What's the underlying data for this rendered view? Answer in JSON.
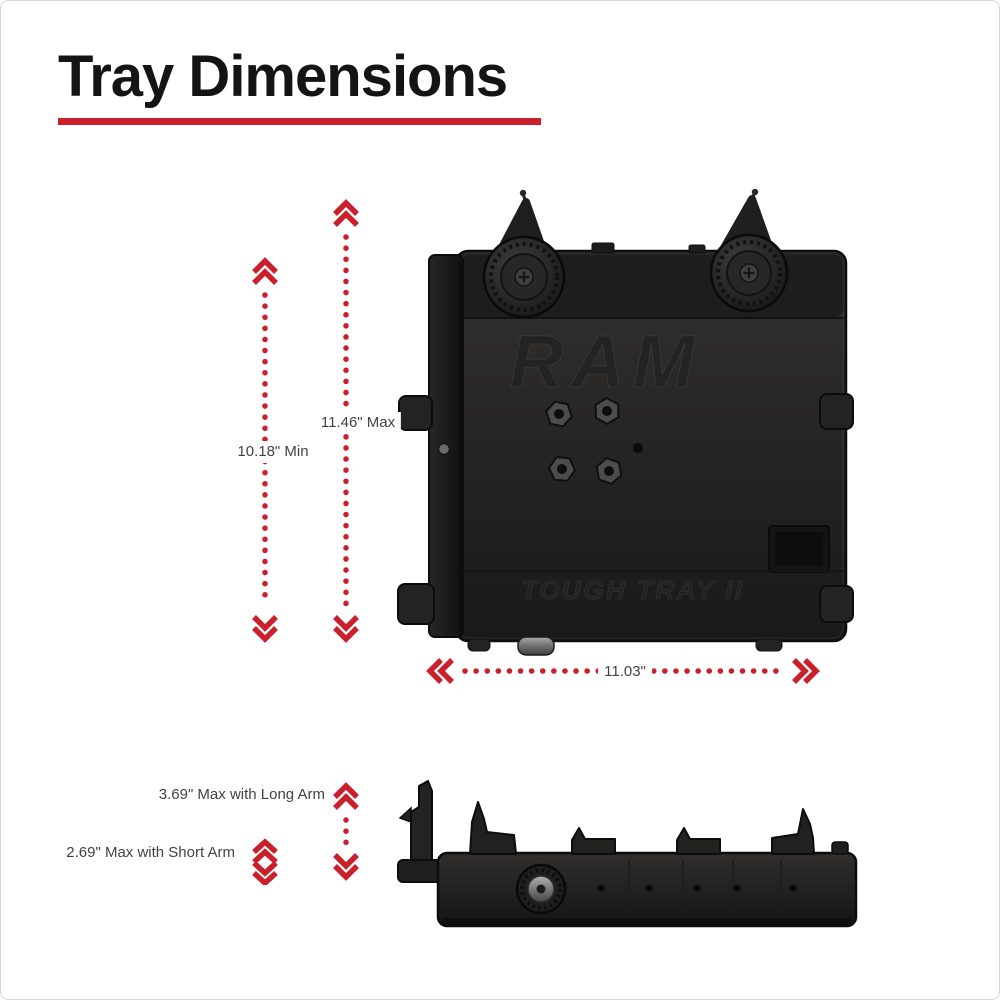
{
  "page": {
    "title": "Tray Dimensions"
  },
  "theme": {
    "accent_red": "#c9202c",
    "product_color": "#1e1e1e",
    "label_color": "#434343",
    "background": "#ffffff",
    "frame_border": "#d6d6d6"
  },
  "dimensions": {
    "height_min": "10.18\" Min",
    "height_max": "11.46\" Max",
    "width": "11.03\"",
    "depth_long_arm": "3.69\" Max with Long Arm",
    "depth_short_arm": "2.69\" Max with Short Arm"
  },
  "product": {
    "brand_embossed": "RAM",
    "model_embossed": "TOUGH TRAY II"
  },
  "icons": {
    "dimension_arrow": "double-chevron",
    "dot_leader": "round-dot-line"
  }
}
